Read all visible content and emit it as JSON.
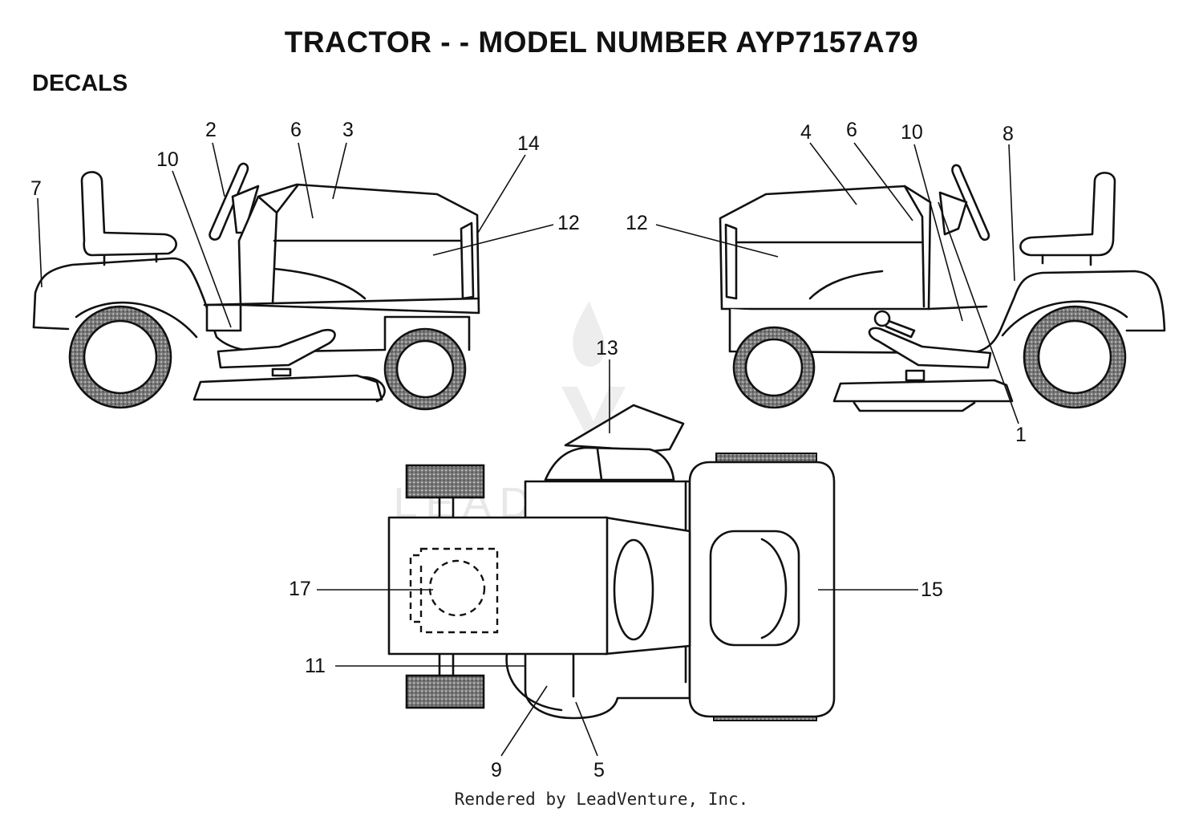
{
  "header": {
    "title": "TRACTOR - - MODEL NUMBER AYP7157A79",
    "section": "DECALS"
  },
  "watermark": "LEADVENTURE",
  "footer": "Rendered by LeadVenture, Inc.",
  "callouts": {
    "c1": "1",
    "c2": "2",
    "c3": "3",
    "c4": "4",
    "c5": "5",
    "c6a": "6",
    "c6b": "6",
    "c7": "7",
    "c8": "8",
    "c9": "9",
    "c10a": "10",
    "c10b": "10",
    "c11": "11",
    "c12a": "12",
    "c12b": "12",
    "c13": "13",
    "c14": "14",
    "c15": "15",
    "c17": "17"
  },
  "colors": {
    "line": "#111111",
    "tire_fill": "#8a8a8a",
    "watermark": "#e6e6e6"
  }
}
